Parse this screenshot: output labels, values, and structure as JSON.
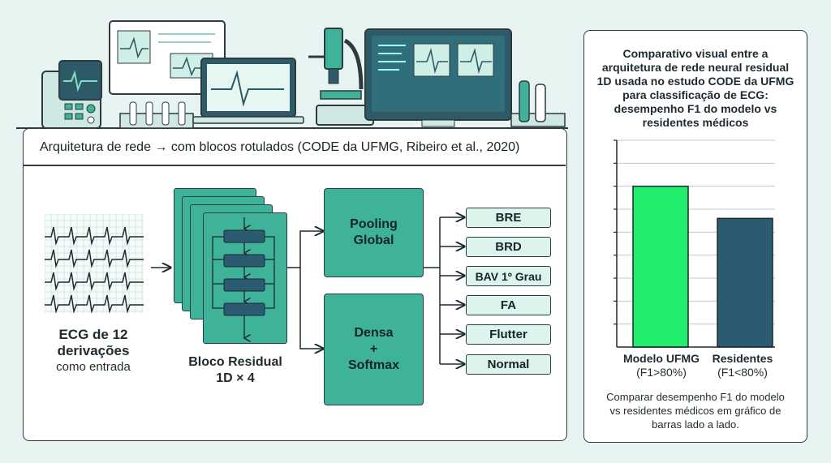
{
  "colors": {
    "teal": "#3fb39a",
    "dark": "#234048",
    "bright_green": "#22ee6e",
    "navy": "#2b5b70",
    "bg": "#e8f4f1"
  },
  "diagram": {
    "title": "Arquitetura de rede → com blocos rotulados (CODE da UFMG, Ribeiro et al., 2020)",
    "input_label": {
      "line1": "ECG de 12",
      "line2": "derivações",
      "line3": "como entrada"
    },
    "residual_label": {
      "line1": "Bloco Residual",
      "line2": "1D × 4"
    },
    "pooling": {
      "line1": "Pooling",
      "line2": "Global"
    },
    "dense": {
      "line1": "Densa",
      "line2": "+",
      "line3": "Softmax"
    },
    "outputs": [
      "BRE",
      "BRD",
      "BAV 1º Grau",
      "FA",
      "Flutter",
      "Normal"
    ]
  },
  "chart_panel": {
    "title": "Comparativo visual entre a arquitetura de rede neural residual 1D usada no estudo CODE da UFMG para classificação de ECG: desempenho F1 do modelo vs residentes médicos",
    "caption": "Comparar desempenho F1 do modelo vs residentes médicos em gráfico de barras lado a lado."
  },
  "chart_data": {
    "type": "bar",
    "categories": [
      "Modelo UFMG",
      "Residentes"
    ],
    "category_sublabels": [
      "(F1>80%)",
      "(F1<80%)"
    ],
    "values": [
      0.85,
      0.78
    ],
    "ylim": [
      0.5,
      0.95
    ],
    "bar_colors": [
      "#22ee6e",
      "#2b5b70"
    ],
    "grid": true,
    "xlabel": "",
    "ylabel": ""
  }
}
